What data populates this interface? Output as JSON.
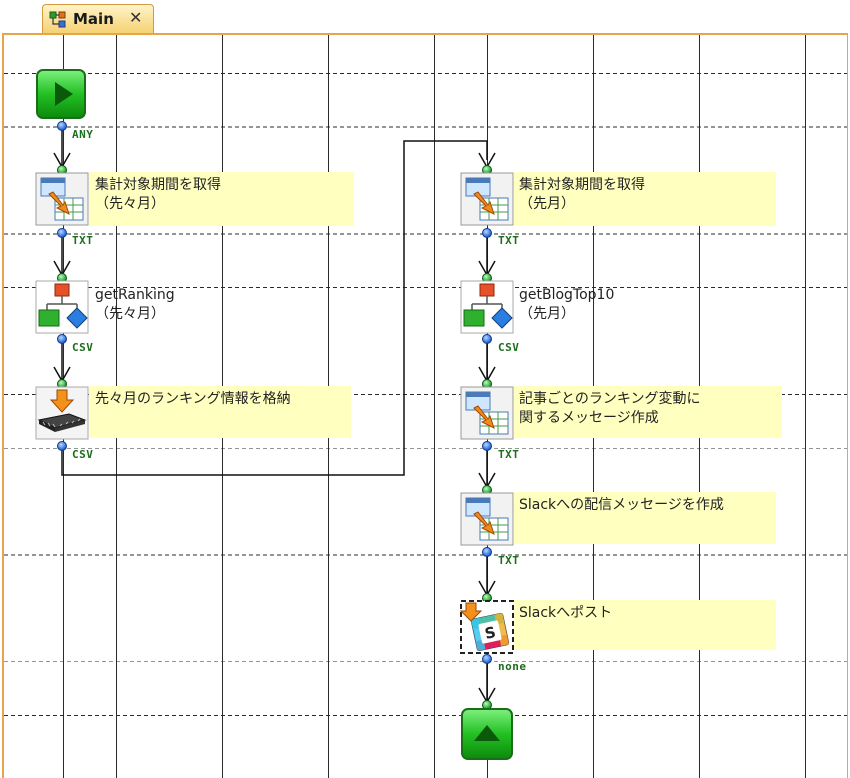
{
  "tab": {
    "title": "Main",
    "close_glyph": "✕",
    "icon": "flow-icon"
  },
  "colors": {
    "tab_border": "#d59a40",
    "note_bg": "#ffffc0",
    "port_text": "#1b6e1b",
    "start_green": "#22bb22"
  },
  "nodes": [
    {
      "id": "start",
      "type": "start",
      "icon": "play-icon",
      "label": "",
      "port": "ANY"
    },
    {
      "id": "n1",
      "type": "variable",
      "icon": "data-transform-icon",
      "label": "集計対象期間を取得\n（先々月）",
      "port": "TXT"
    },
    {
      "id": "n2",
      "type": "call",
      "icon": "process-tree-icon",
      "label": "getRanking\n（先々月）",
      "port": "CSV"
    },
    {
      "id": "n3",
      "type": "store",
      "icon": "memory-store-icon",
      "label": "先々月のランキング情報を格納",
      "port": "CSV"
    },
    {
      "id": "n4",
      "type": "variable",
      "icon": "data-transform-icon",
      "label": "集計対象期間を取得\n（先月）",
      "port": "TXT"
    },
    {
      "id": "n5",
      "type": "call",
      "icon": "process-tree-icon",
      "label": "getBlogTop10\n（先月）",
      "port": "CSV"
    },
    {
      "id": "n6",
      "type": "variable",
      "icon": "data-transform-icon",
      "label": "記事ごとのランキング変動に\n関するメッセージ作成",
      "port": "TXT"
    },
    {
      "id": "n7",
      "type": "variable",
      "icon": "data-transform-icon",
      "label": "Slackへの配信メッセージを作成",
      "port": "TXT"
    },
    {
      "id": "n8",
      "type": "slack",
      "icon": "slack-icon",
      "label": "Slackへポスト",
      "port": "none"
    },
    {
      "id": "end",
      "type": "end",
      "icon": "stop-icon",
      "label": "",
      "port": ""
    }
  ]
}
